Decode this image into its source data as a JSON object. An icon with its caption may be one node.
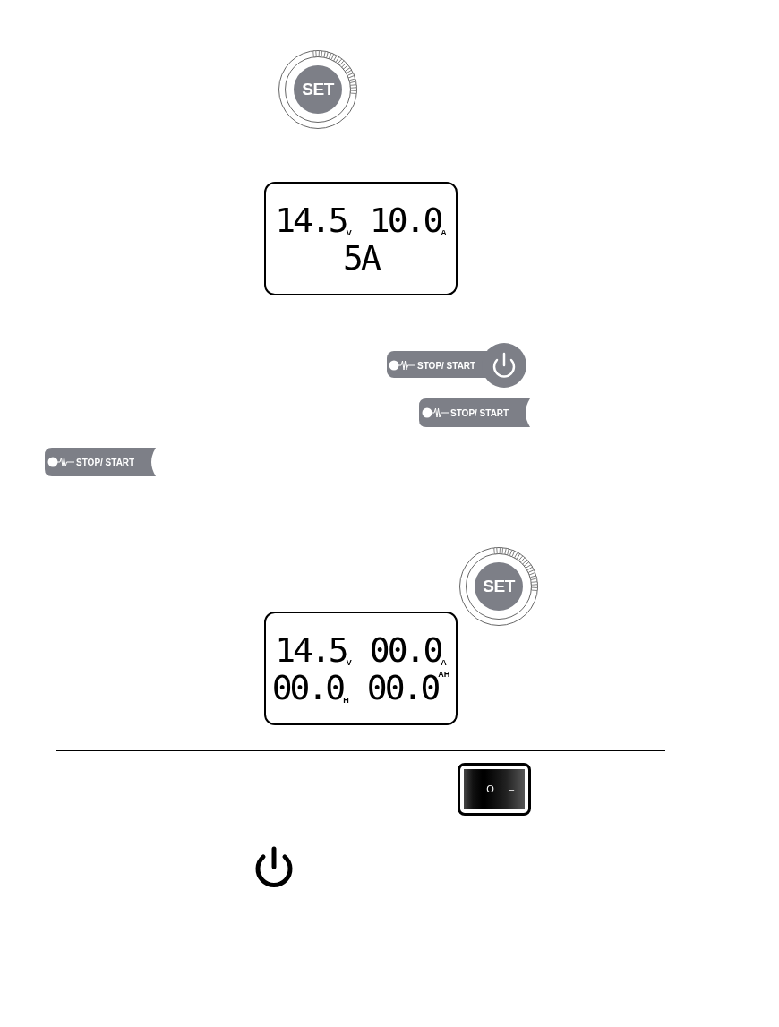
{
  "diagram": {
    "nodes": [
      {
        "text": [
          "SET"
        ]
      },
      {
        "text": [
          "14.5",
          "V",
          "10.0",
          "A",
          "5A"
        ]
      },
      {
        "text": [
          "STOP/ START"
        ]
      },
      {
        "text": [
          "STOP/ START"
        ]
      },
      {
        "text": [
          "STOP/ START"
        ]
      },
      {
        "text": [
          "SET"
        ]
      },
      {
        "text": [
          "14.5",
          "V",
          "00.0",
          "A",
          "00.0",
          "H",
          "00.0",
          "AH"
        ]
      },
      {
        "text": [
          "O",
          "–"
        ]
      }
    ]
  }
}
